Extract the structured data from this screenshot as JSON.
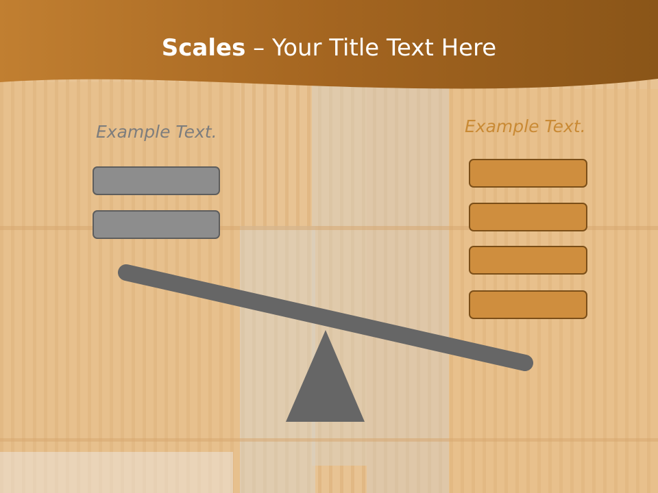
{
  "slide": {
    "title_bold": "Scales",
    "title_rest": " – Your Title Text Here",
    "left_label": "Example Text.",
    "right_label": "Example Text.",
    "left_box_count": 2,
    "right_box_count": 4
  },
  "colors": {
    "header": "#a86a22",
    "background": "#e9c79a",
    "gray_box": "#8d8d8d",
    "orange_box": "#cf8e3e",
    "beam": "#666666"
  }
}
